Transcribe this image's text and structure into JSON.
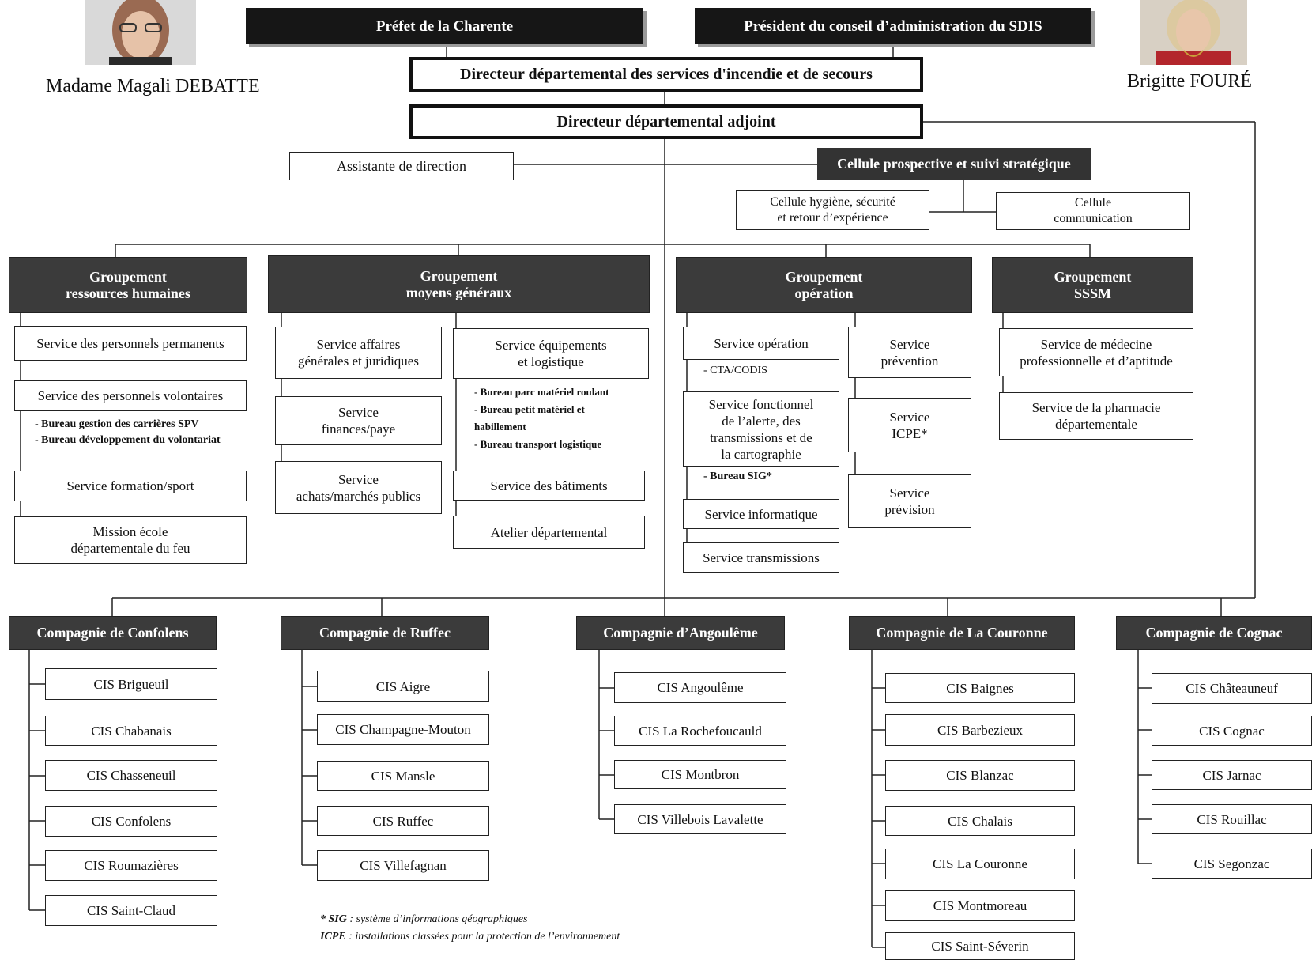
{
  "people": {
    "left_name": "Madame Magali DEBATTE",
    "right_name": "Brigitte FOURÉ"
  },
  "top": {
    "prefet": "Préfet de la Charente",
    "president": "Président du conseil d’administration du SDIS",
    "directeur": "Directeur départemental des services d'incendie et de secours",
    "adjoint": "Directeur départemental adjoint",
    "assistante": "Assistante de direction",
    "cellule_prospective": "Cellule prospective et suivi stratégique",
    "cellule_hygiene": "Cellule hygiène, sécurité\net retour d’expérience",
    "cellule_communication": "Cellule\ncommunication"
  },
  "groupements": {
    "rh": {
      "title": "Groupement\nressources humaines",
      "s1": "Service des personnels permanents",
      "s2": "Service des personnels volontaires",
      "s2_sub": "- Bureau gestion des carrières SPV\n- Bureau développement du volontariat",
      "s3": "Service formation/sport",
      "s4": "Mission école\ndépartementale du feu"
    },
    "mg": {
      "title": "Groupement\nmoyens généraux",
      "s1": "Service affaires\ngénérales et juridiques",
      "s2": "Service\nfinances/paye",
      "s3": "Service\nachats/marchés publics",
      "s4": "Service équipements\net logistique",
      "s4_sub": "- Bureau parc matériel roulant\n- Bureau petit matériel et\n  habillement\n- Bureau transport logistique",
      "s5": "Service des bâtiments",
      "s6": "Atelier départemental"
    },
    "op": {
      "title": "Groupement\nopération",
      "s1": "Service opération",
      "s1_sub": "- CTA/CODIS",
      "s2": "Service fonctionnel\nde l’alerte, des\ntransmissions et de\nla cartographie",
      "s2_sub": "- Bureau SIG*",
      "s3": "Service informatique",
      "s4": "Service transmissions",
      "s5": "Service\nprévention",
      "s6": "Service\nICPE*",
      "s7": "Service\nprévision"
    },
    "sssm": {
      "title": "Groupement\nSSSM",
      "s1": "Service de médecine\nprofessionnelle et d’aptitude",
      "s2": "Service de la pharmacie\ndépartementale"
    }
  },
  "compagnies": [
    {
      "name": "Compagnie de Confolens",
      "cis": [
        "CIS Brigueuil",
        "CIS Chabanais",
        "CIS Chasseneuil",
        "CIS Confolens",
        "CIS Roumazières",
        "CIS Saint-Claud"
      ]
    },
    {
      "name": "Compagnie de Ruffec",
      "cis": [
        "CIS Aigre",
        "CIS Champagne-Mouton",
        "CIS Mansle",
        "CIS Ruffec",
        "CIS Villefagnan"
      ]
    },
    {
      "name": "Compagnie d’Angoulême",
      "cis": [
        "CIS Angoulême",
        "CIS La Rochefoucauld",
        "CIS Montbron",
        "CIS Villebois Lavalette"
      ]
    },
    {
      "name": "Compagnie de La Couronne",
      "cis": [
        "CIS Baignes",
        "CIS Barbezieux",
        "CIS Blanzac",
        "CIS Chalais",
        "CIS La Couronne",
        "CIS Montmoreau",
        "CIS Saint-Séverin"
      ]
    },
    {
      "name": "Compagnie de Cognac",
      "cis": [
        "CIS Châteauneuf",
        "CIS Cognac",
        "CIS Jarnac",
        "CIS Rouillac",
        "CIS Segonzac"
      ]
    }
  ],
  "footnote": {
    "sig_key": "* SIG",
    "sig_text": " : système d’informations géographiques",
    "icpe_key": "ICPE",
    "icpe_text": " : installations classées pour la protection de l’environnement"
  }
}
